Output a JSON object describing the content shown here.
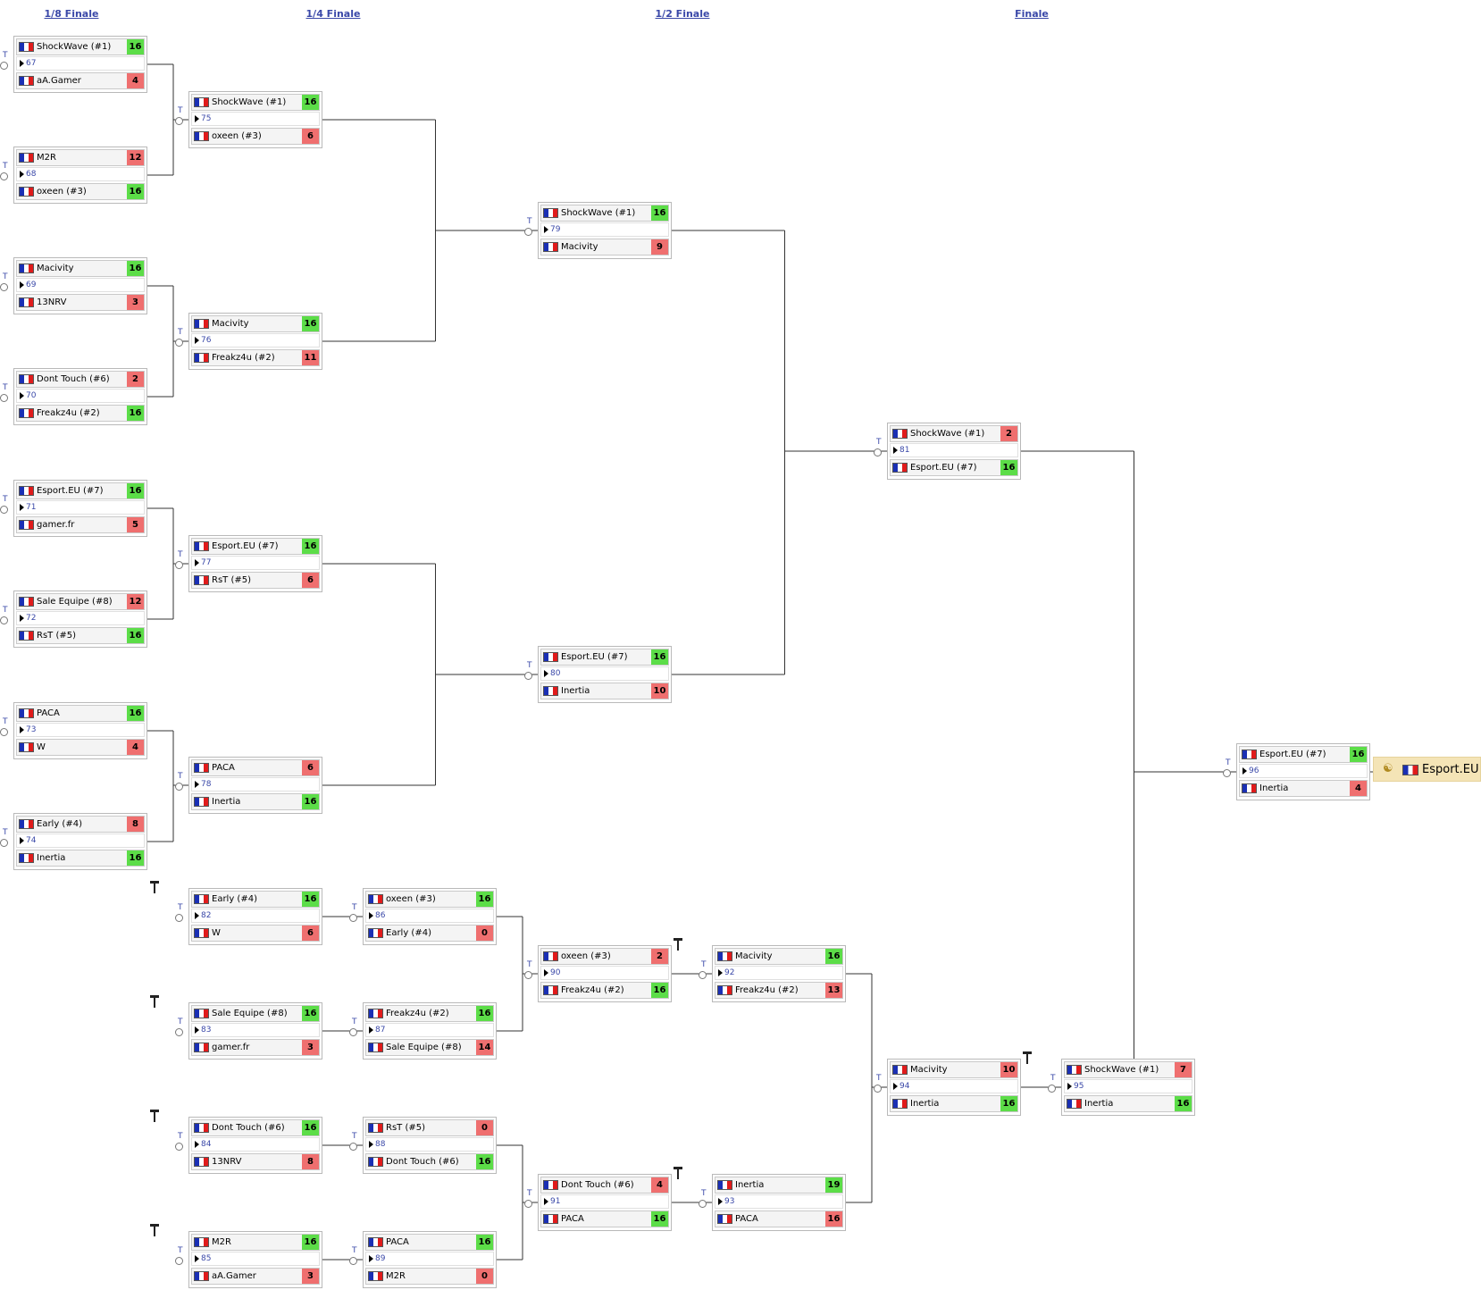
{
  "rounds": [
    "1/8 Finale",
    "1/4 Finale",
    "1/2 Finale",
    "Finale"
  ],
  "colors": {
    "win": "#5cdd48",
    "lose": "#ef6f6f",
    "link": "#3a48a8"
  },
  "link_letter": "T",
  "matches": [
    {
      "num": "67",
      "t1": "ShockWave (#1)",
      "s1": "16",
      "t2": "aA.Gamer",
      "s2": "4"
    },
    {
      "num": "68",
      "t1": "M2R",
      "s1": "12",
      "t2": "oxeen (#3)",
      "s2": "16"
    },
    {
      "num": "69",
      "t1": "Macivity",
      "s1": "16",
      "t2": "13NRV",
      "s2": "3"
    },
    {
      "num": "70",
      "t1": "Dont Touch (#6)",
      "s1": "2",
      "t2": "Freakz4u (#2)",
      "s2": "16"
    },
    {
      "num": "71",
      "t1": "Esport.EU (#7)",
      "s1": "16",
      "t2": "gamer.fr",
      "s2": "5"
    },
    {
      "num": "72",
      "t1": "Sale Equipe (#8)",
      "s1": "12",
      "t2": "RsT (#5)",
      "s2": "16"
    },
    {
      "num": "73",
      "t1": "PACA",
      "s1": "16",
      "t2": "W",
      "s2": "4"
    },
    {
      "num": "74",
      "t1": "Early (#4)",
      "s1": "8",
      "t2": "Inertia",
      "s2": "16"
    },
    {
      "num": "75",
      "t1": "ShockWave (#1)",
      "s1": "16",
      "t2": "oxeen (#3)",
      "s2": "6"
    },
    {
      "num": "76",
      "t1": "Macivity",
      "s1": "16",
      "t2": "Freakz4u (#2)",
      "s2": "11"
    },
    {
      "num": "77",
      "t1": "Esport.EU (#7)",
      "s1": "16",
      "t2": "RsT (#5)",
      "s2": "6"
    },
    {
      "num": "78",
      "t1": "PACA",
      "s1": "6",
      "t2": "Inertia",
      "s2": "16"
    },
    {
      "num": "79",
      "t1": "ShockWave (#1)",
      "s1": "16",
      "t2": "Macivity",
      "s2": "9"
    },
    {
      "num": "80",
      "t1": "Esport.EU (#7)",
      "s1": "16",
      "t2": "Inertia",
      "s2": "10"
    },
    {
      "num": "81",
      "t1": "ShockWave (#1)",
      "s1": "2",
      "t2": "Esport.EU (#7)",
      "s2": "16"
    },
    {
      "num": "96",
      "t1": "Esport.EU (#7)",
      "s1": "16",
      "t2": "Inertia",
      "s2": "4"
    },
    {
      "num": "82",
      "t1": "Early (#4)",
      "s1": "16",
      "t2": "W",
      "s2": "6"
    },
    {
      "num": "83",
      "t1": "Sale Equipe (#8)",
      "s1": "16",
      "t2": "gamer.fr",
      "s2": "3"
    },
    {
      "num": "84",
      "t1": "Dont Touch (#6)",
      "s1": "16",
      "t2": "13NRV",
      "s2": "8"
    },
    {
      "num": "85",
      "t1": "M2R",
      "s1": "16",
      "t2": "aA.Gamer",
      "s2": "3"
    },
    {
      "num": "86",
      "t1": "oxeen (#3)",
      "s1": "16",
      "t2": "Early (#4)",
      "s2": "0"
    },
    {
      "num": "87",
      "t1": "Freakz4u (#2)",
      "s1": "16",
      "t2": "Sale Equipe (#8)",
      "s2": "14"
    },
    {
      "num": "88",
      "t1": "RsT (#5)",
      "s1": "0",
      "t2": "Dont Touch (#6)",
      "s2": "16"
    },
    {
      "num": "89",
      "t1": "PACA",
      "s1": "16",
      "t2": "M2R",
      "s2": "0"
    },
    {
      "num": "90",
      "t1": "oxeen (#3)",
      "s1": "2",
      "t2": "Freakz4u (#2)",
      "s2": "16"
    },
    {
      "num": "91",
      "t1": "Dont Touch (#6)",
      "s1": "4",
      "t2": "PACA",
      "s2": "16"
    },
    {
      "num": "92",
      "t1": "Macivity",
      "s1": "16",
      "t2": "Freakz4u (#2)",
      "s2": "13"
    },
    {
      "num": "93",
      "t1": "Inertia",
      "s1": "19",
      "t2": "PACA",
      "s2": "16"
    },
    {
      "num": "94",
      "t1": "Macivity",
      "s1": "10",
      "t2": "Inertia",
      "s2": "16"
    },
    {
      "num": "95",
      "t1": "ShockWave (#1)",
      "s1": "7",
      "t2": "Inertia",
      "s2": "16"
    }
  ],
  "champion": "Esport.EU"
}
